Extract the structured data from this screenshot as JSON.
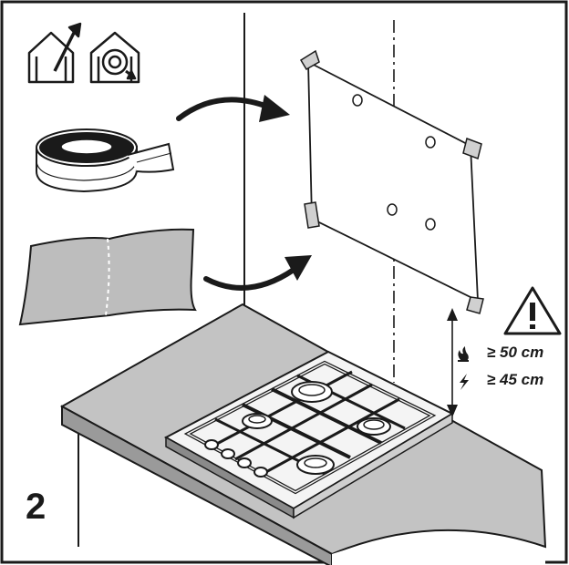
{
  "step_number": "2",
  "clearances": {
    "gas_label": "≥ 50 cm",
    "electric_label": "≥ 45 cm"
  },
  "icons": {
    "gas_flame": "flame-icon",
    "electric": "lightning-icon",
    "warning": "warning-triangle-icon",
    "house_vent_out": "house-vent-outside-icon",
    "house_recirculation": "house-recirculation-icon",
    "sealing_tape": "sealing-tape-roll",
    "paper_template": "paper-template-sheet"
  },
  "colors": {
    "line": "#1a1a1a",
    "shade": "#b4b4b4",
    "light_shade": "#d4d4d4"
  }
}
